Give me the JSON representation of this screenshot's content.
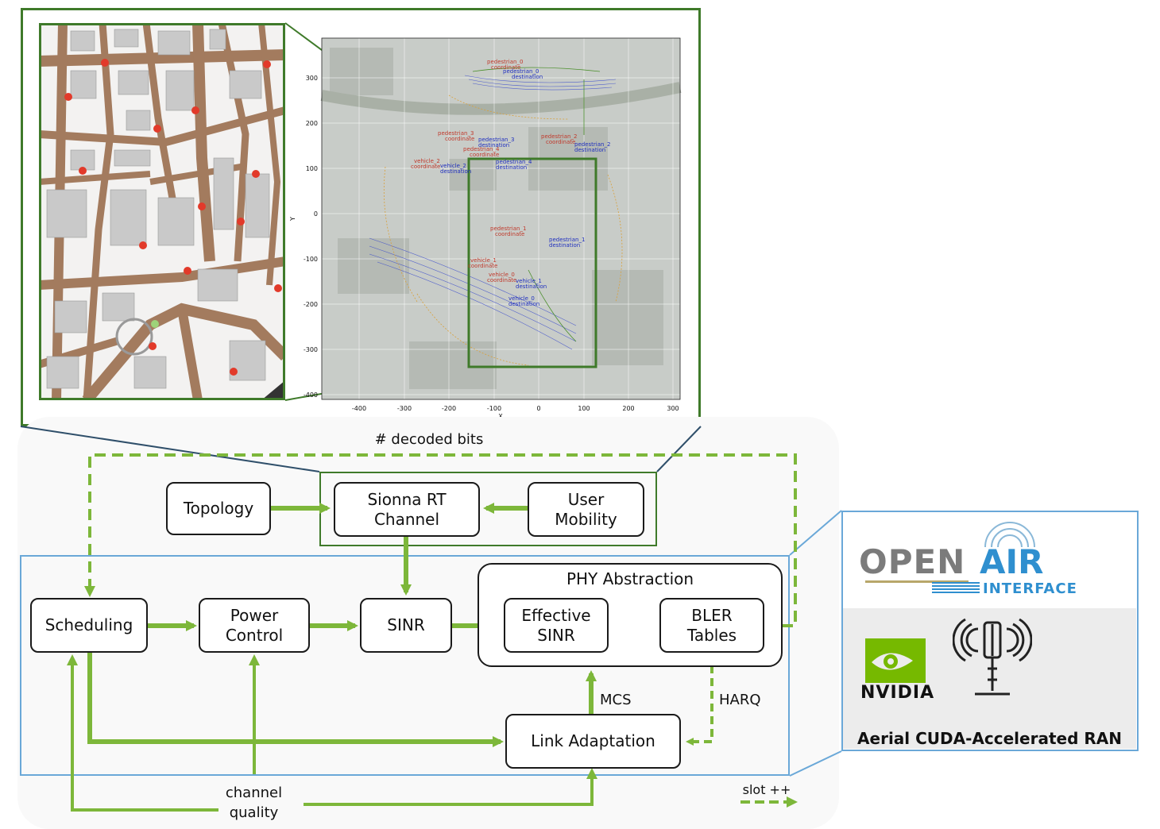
{
  "map_plot": {
    "x_ticks": [
      "-400",
      "-300",
      "-200",
      "-100",
      "0",
      "100",
      "200",
      "300"
    ],
    "y_ticks": [
      "300",
      "200",
      "100",
      "0",
      "-100",
      "-200",
      "-300",
      "-400"
    ],
    "x_label": "X",
    "y_label": "Y",
    "annotations": [
      {
        "text": "pedestrian_0",
        "sub": "coordinate",
        "color": "red"
      },
      {
        "text": "pedestrian_0",
        "sub": "destination",
        "color": "blue"
      },
      {
        "text": "pedestrian_3",
        "sub": "coordinate",
        "color": "red"
      },
      {
        "text": "pedestrian_3",
        "sub": "destination",
        "color": "blue"
      },
      {
        "text": "pedestrian_4",
        "sub": "coordinate",
        "color": "red"
      },
      {
        "text": "pedestrian_4",
        "sub": "destination",
        "color": "blue"
      },
      {
        "text": "pedestrian_2",
        "sub": "coordinate",
        "color": "red"
      },
      {
        "text": "pedestrian_2",
        "sub": "destination",
        "color": "blue"
      },
      {
        "text": "vehicle_2",
        "sub": "coordinate",
        "color": "red"
      },
      {
        "text": "vehicle_2",
        "sub": "destination",
        "color": "blue"
      },
      {
        "text": "pedestrian_1",
        "sub": "coordinate",
        "color": "red"
      },
      {
        "text": "pedestrian_1",
        "sub": "destination",
        "color": "blue"
      },
      {
        "text": "vehicle_1",
        "sub": "coordinate",
        "color": "red"
      },
      {
        "text": "vehicle_0",
        "sub": "coordinate",
        "color": "red"
      },
      {
        "text": "vehicle_1",
        "sub": "destination",
        "color": "blue"
      },
      {
        "text": "vehicle_0",
        "sub": "destination",
        "color": "blue"
      }
    ]
  },
  "diagram": {
    "decoded_bits": "# decoded bits",
    "topology": "Topology",
    "sionna_line1": "Sionna RT",
    "sionna_line2": "Channel",
    "mobility_line1": "User",
    "mobility_line2": "Mobility",
    "scheduling": "Scheduling",
    "power_line1": "Power",
    "power_line2": "Control",
    "sinr": "SINR",
    "phy_title": "PHY Abstraction",
    "eff_line1": "Effective",
    "eff_line2": "SINR",
    "bler_line1": "BLER",
    "bler_line2": "Tables",
    "mcs": "MCS",
    "harq": "HARQ",
    "link_adaptation": "Link Adaptation",
    "cq_line1": "channel",
    "cq_line2": "quality",
    "slot": "slot ++"
  },
  "logos": {
    "oai_open": "OPEN",
    "oai_air": "AIR",
    "oai_interface": "INTERFACE",
    "nvidia": "NVIDIA",
    "aerial_caption": "Aerial CUDA-Accelerated RAN"
  },
  "colors": {
    "green_arrow": "#7db73a",
    "dark_green_frame": "#3f7a2a",
    "blue_frame": "#6aa8d8",
    "nvidia_green": "#76b900"
  }
}
